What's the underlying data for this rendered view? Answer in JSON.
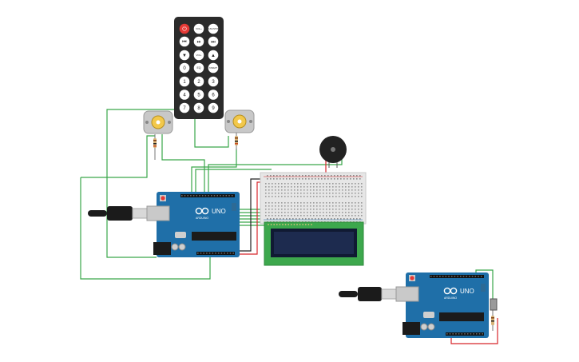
{
  "remote": {
    "power_label": "⏻",
    "row1": [
      "VOL+",
      "FUNC/STOP"
    ],
    "row2": [
      "⏮",
      "⏯",
      "⏭"
    ],
    "row3": [
      "▼",
      "VOL-",
      "▲"
    ],
    "row4": [
      "0",
      "EQ",
      "ST/REPT"
    ],
    "digits": [
      "1",
      "2",
      "3",
      "4",
      "5",
      "6",
      "7",
      "8",
      "9"
    ]
  },
  "arduino_main": {
    "model": "UNO",
    "brand": "ARDUINO"
  },
  "arduino_secondary": {
    "model": "UNO",
    "brand": "ARDUINO"
  },
  "colors": {
    "board": "#1f6fa8",
    "board_dark": "#185a8a",
    "wire_green": "#3aa64a",
    "wire_red": "#d8262b",
    "wire_black": "#222222",
    "lcd_pcb": "#3da84d",
    "lcd_screen": "#1d2b4f",
    "breadboard": "#e6e6e6",
    "remote_body": "#2b2b2b",
    "power_button": "#e53935",
    "buzzer": "#222222",
    "motor": "#c8c8c8"
  },
  "icons": [
    "power-icon",
    "usb-cable-icon",
    "buzzer-icon",
    "motor-icon",
    "resistor-icon",
    "reset-button-icon"
  ]
}
